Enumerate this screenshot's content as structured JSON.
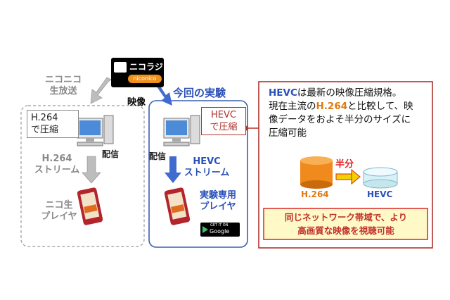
{
  "logo": {
    "text_top": "ニコラジ",
    "text_bottom": "niconico"
  },
  "labels": {
    "eizo": "映像",
    "niconico_broadcast_1": "ニコニコ",
    "niconico_broadcast_2": "生放送",
    "konkai": "今回の実験",
    "left_callout_1": "H.264",
    "left_callout_2": "で圧縮",
    "right_callout_1": "HEVC",
    "right_callout_2": "で圧縮",
    "haishin_left": "配信",
    "haishin_right": "配信",
    "h264_stream_1": "H.264",
    "h264_stream_2": "ストリーム",
    "hevc_stream_1": "HEVC",
    "hevc_stream_2": "ストリーム",
    "nico_player_1": "ニコ生",
    "nico_player_2": "プレイヤ",
    "exp_player_1": "実験専用",
    "exp_player_2": "プレイヤ",
    "google_play_small": "GET IT ON",
    "google_play": "Google play"
  },
  "info": {
    "line1_hl": "HEVC",
    "line1_rest": "は最新の映像圧縮規格。",
    "line2_pre": "現在主流の",
    "line2_hl": "H.264",
    "line2_rest": "と比較して、映",
    "line3": "像データをおよそ半分のサイズに",
    "line4": "圧縮可能",
    "h264_label": "H.264",
    "hevc_label": "HEVC",
    "half": "半分",
    "result_1": "同じネットワーク帯域で、より",
    "result_2": "高画質な映像を視聴可能"
  },
  "colors": {
    "accent_blue": "#2a4fb8",
    "accent_red": "#b0322c",
    "highlight_orange": "#e07a10",
    "gray_label": "#8a8a8a"
  }
}
